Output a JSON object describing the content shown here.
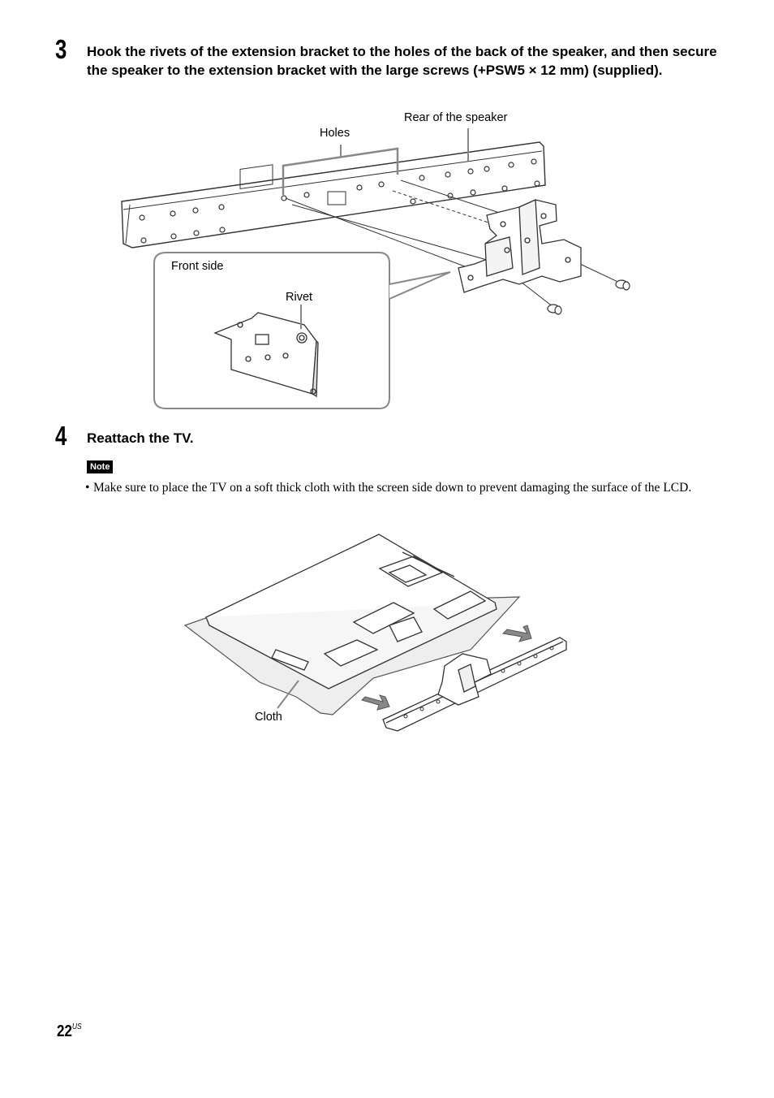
{
  "step3": {
    "number": "3",
    "text": "Hook the rivets of the extension bracket to the holes of the back of the speaker, and then secure the speaker to the extension bracket with the large screws (+PSW5 × 12 mm) (supplied)."
  },
  "figure1": {
    "labels": {
      "rear_of_speaker": "Rear of the speaker",
      "holes": "Holes",
      "front_side": "Front side",
      "rivet": "Rivet"
    }
  },
  "step4": {
    "number": "4",
    "text": "Reattach the TV."
  },
  "note": {
    "badge": "Note",
    "bullet": "•",
    "text": "Make sure to place the TV on a soft thick cloth with the screen side down to prevent damaging the surface of the LCD."
  },
  "figure2": {
    "labels": {
      "cloth": "Cloth"
    }
  },
  "footer": {
    "page_number": "22",
    "region": "US"
  }
}
